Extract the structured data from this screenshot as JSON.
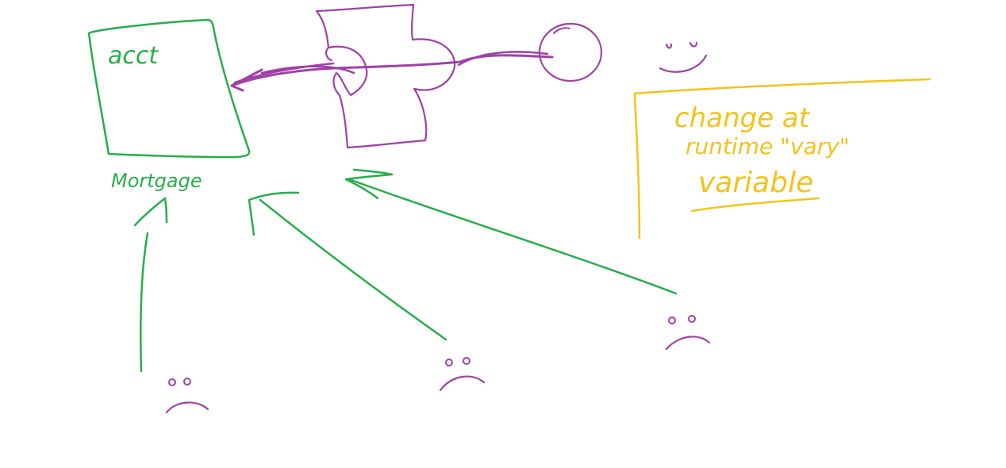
{
  "colors": {
    "green": "#27ae4a",
    "purple": "#a040a8",
    "yellow": "#f4c21a",
    "background": "#ffffff"
  },
  "box": {
    "label": "acct",
    "caption": "Mortgage"
  },
  "note": {
    "line1": "change at",
    "line2": "runtime \"vary\"",
    "line3": "variable"
  },
  "faces": {
    "happy": "smiley",
    "sad": "frowny"
  }
}
